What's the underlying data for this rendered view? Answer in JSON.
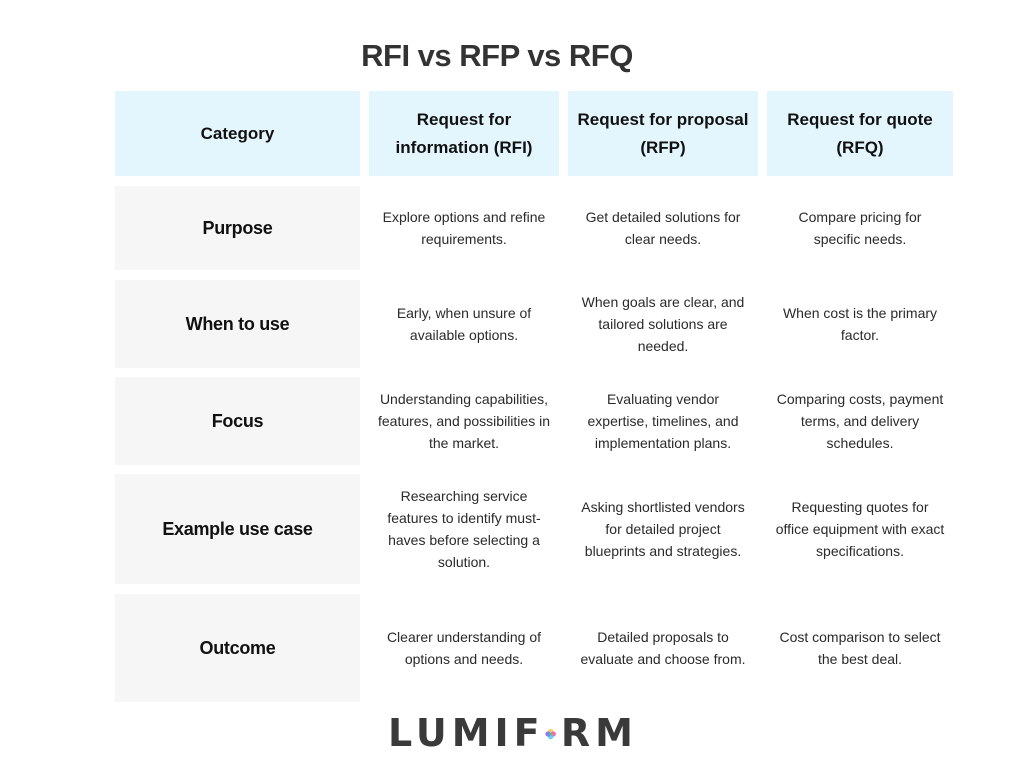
{
  "title": "RFI vs RFP vs RFQ",
  "header": {
    "category": "Category",
    "rfi": "Request for information (RFI)",
    "rfp": "Request for proposal (RFP)",
    "rfq": "Request for quote (RFQ)"
  },
  "rows": [
    {
      "label": "Purpose",
      "rfi": "Explore options and refine requirements.",
      "rfp": "Get detailed solutions for clear needs.",
      "rfq": "Compare pricing for specific needs."
    },
    {
      "label": "When to use",
      "rfi": "Early, when unsure of available options.",
      "rfp": "When goals are clear, and tailored solutions are needed.",
      "rfq": "When cost is the primary factor."
    },
    {
      "label": "Focus",
      "rfi": "Understanding capabilities, features, and possibilities in the market.",
      "rfp": "Evaluating vendor expertise, timelines, and implementation plans.",
      "rfq": "Comparing costs, payment terms, and delivery schedules."
    },
    {
      "label": "Example use case",
      "rfi": "Researching service features to identify must-haves before selecting a solution.",
      "rfp": "Asking shortlisted vendors for detailed project blueprints and strategies.",
      "rfq": "Requesting quotes for office equipment with exact specifications."
    },
    {
      "label": "Outcome",
      "rfi": "Clearer understanding of options and needs.",
      "rfp": "Detailed proposals to evaluate and choose from.",
      "rfq": "Cost comparison to select the best deal."
    }
  ],
  "logo": {
    "text_before": "LUMIF",
    "text_after": "RM",
    "colors": [
      "#f9c74f",
      "#f94f9b",
      "#4cc9f0",
      "#7b61ff",
      "#43d17a"
    ]
  }
}
